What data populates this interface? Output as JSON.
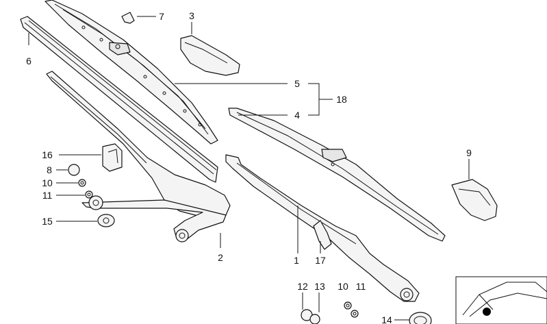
{
  "callouts": {
    "c1": "1",
    "c2": "2",
    "c3": "3",
    "c4": "4",
    "c5": "5",
    "c6": "6",
    "c7": "7",
    "c8": "8",
    "c9": "9",
    "c10a": "10",
    "c10b": "10",
    "c11a": "11",
    "c11b": "11",
    "c12": "12",
    "c13": "13",
    "c14": "14",
    "c15": "15",
    "c16": "16",
    "c17": "17",
    "c18": "18"
  },
  "colors": {
    "line": "#111111",
    "fill": "#f4f4f4",
    "background": "#ffffff"
  }
}
